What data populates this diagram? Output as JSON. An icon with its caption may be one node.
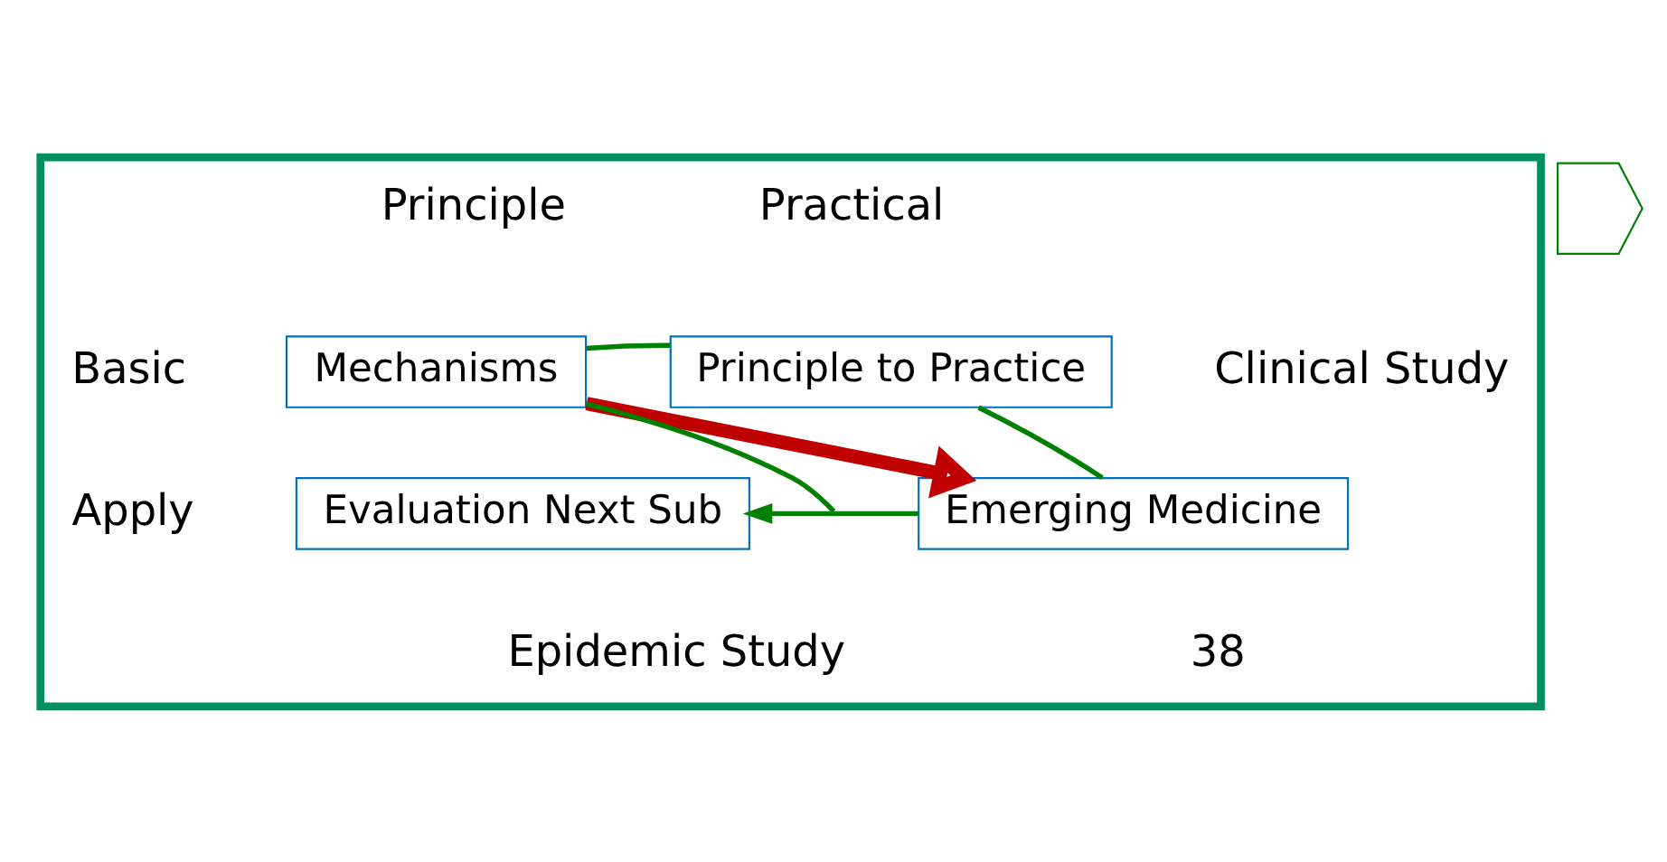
{
  "diagram": {
    "nodes": [
      {
        "text": [],
        "shape": "box"
      },
      {
        "text": [
          "Mechanisms"
        ],
        "in": 0
      },
      {
        "text": [
          "Principle to Practice"
        ],
        "in": 0
      },
      {
        "text": [
          "Emerging Medicine"
        ],
        "in": 0
      },
      {
        "text": [
          "Evaluation Next Sub"
        ],
        "in": 0
      },
      {
        "text": [],
        "shape": "pentagon"
      }
    ],
    "edges": [
      {
        "from": 1,
        "to": 2,
        "arrow": "none"
      },
      {
        "from": 2,
        "to": 3,
        "arrow": "none"
      },
      {
        "from": 3,
        "to": 4,
        "arrow": "to"
      },
      {
        "from": 1,
        "to": null,
        "arrow": "none"
      },
      {
        "from": 1,
        "to": 3,
        "arrow": "to",
        "style": "thick",
        "color": "#c00000"
      }
    ],
    "labels": [
      "Principle",
      "Practical",
      "Basic",
      "Clinical Study",
      "Apply",
      "Epidemic Study",
      "38"
    ]
  }
}
